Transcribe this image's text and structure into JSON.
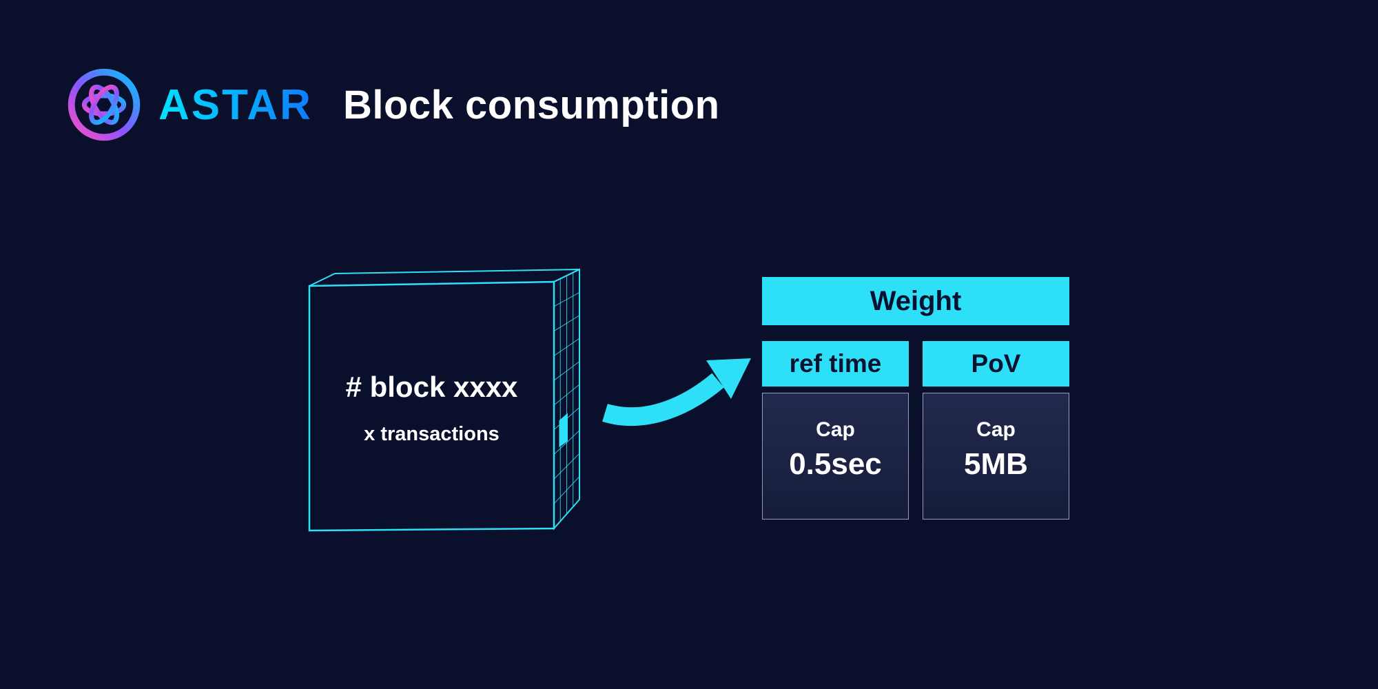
{
  "header": {
    "brand": "ASTAR",
    "title": "Block consumption"
  },
  "cube": {
    "title": "# block xxxx",
    "subtitle": "x transactions"
  },
  "weight_table": {
    "title": "Weight",
    "columns": [
      {
        "header": "ref time",
        "cap_label": "Cap",
        "cap_value": "0.5sec"
      },
      {
        "header": "PoV",
        "cap_label": "Cap",
        "cap_value": "5MB"
      }
    ]
  },
  "icons": {
    "logo": "astar-trefoil-logo",
    "arrow": "curved-flow-arrow"
  },
  "colors": {
    "background": "#0a0f2b",
    "cyan": "#2ee0f7",
    "header_text": "#0a1232",
    "cube_face": "#181f40"
  }
}
